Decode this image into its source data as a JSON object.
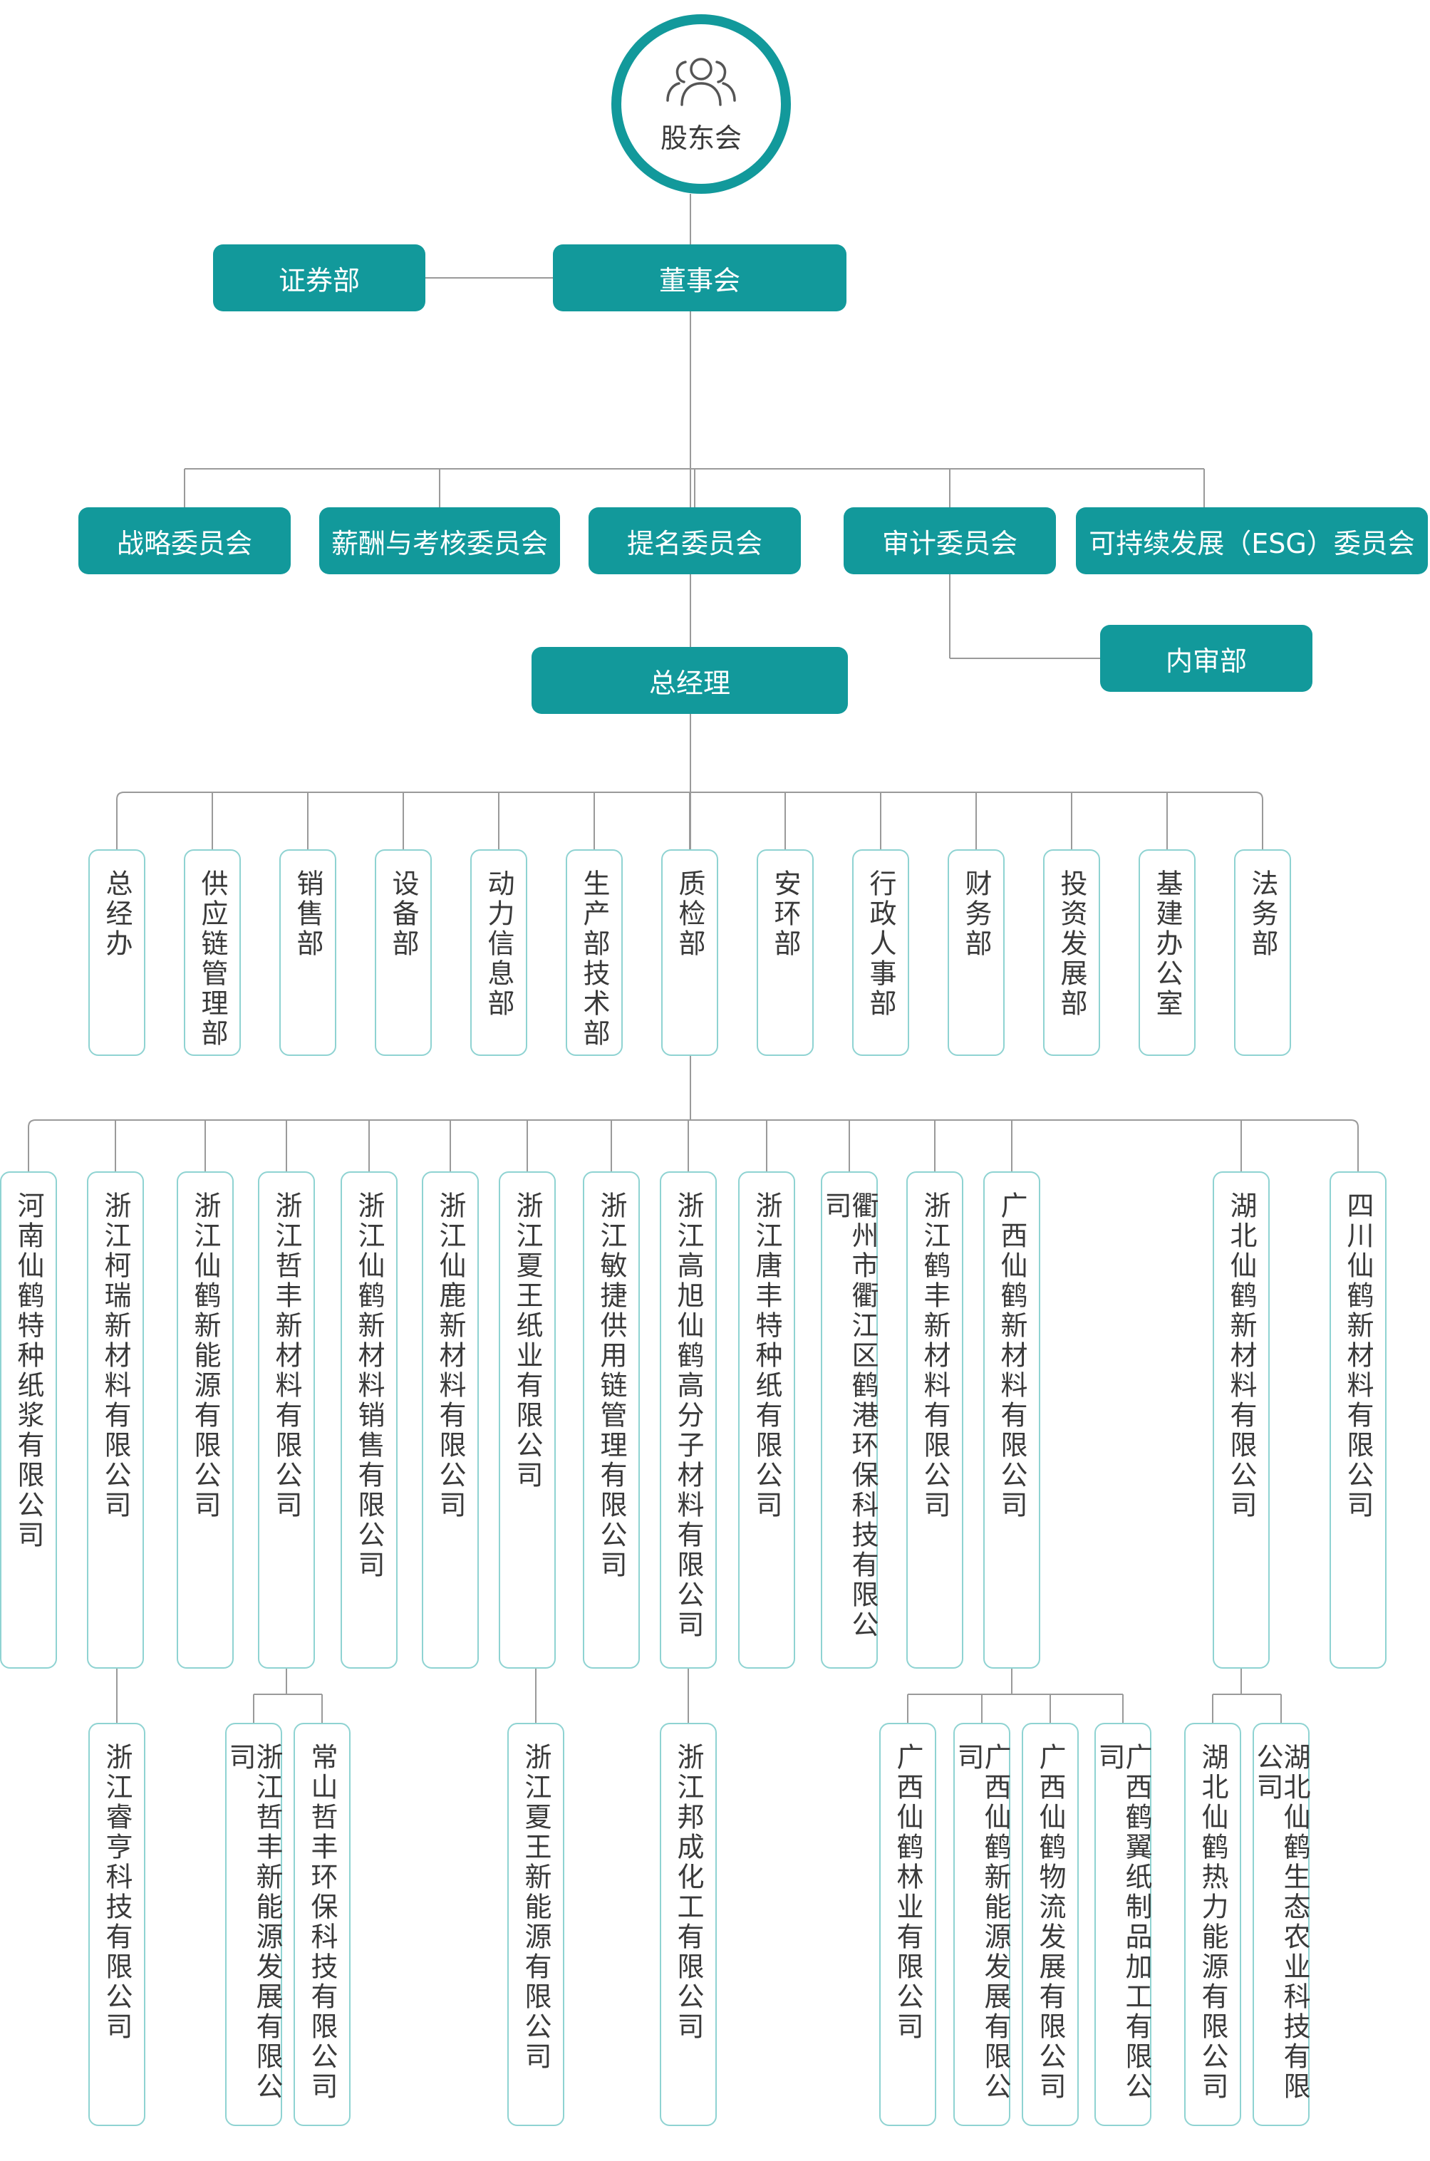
{
  "top": {
    "label": "股东会",
    "icon": "people-icon"
  },
  "board": "董事会",
  "securities": "证券部",
  "committees": [
    "战略委员会",
    "薪酬与考核委员会",
    "提名委员会",
    "审计委员会",
    "可持续发展（ESG）委员会"
  ],
  "internal_audit": "内审部",
  "gm": "总经理",
  "departments": [
    "总经办",
    "供应链管理部",
    "销售部",
    "设备部",
    "动力信息部",
    "生产部技术部",
    "质检部",
    "安环部",
    "行政人事部",
    "财务部",
    "投资发展部",
    "基建办公室",
    "法务部"
  ],
  "subsidiaries": [
    "河南仙鹤特种纸浆有限公司",
    "浙江柯瑞新材料有限公司",
    "浙江仙鹤新能源有限公司",
    "浙江哲丰新材料有限公司",
    "浙江仙鹤新材料销售有限公司",
    "浙江仙鹿新材料有限公司",
    "浙江夏王纸业有限公司",
    "浙江敏捷供用链管理有限公司",
    "浙江高旭仙鹤高分子材料有限公司",
    "浙江唐丰特种纸有限公司",
    "衢州市衢江区鹤港环保科技有限公司",
    "浙江鹤丰新材料有限公司",
    "广西仙鹤新材料有限公司",
    "湖北仙鹤新材料有限公司",
    "四川仙鹤新材料有限公司"
  ],
  "subsub": [
    "浙江睿亨科技有限公司",
    "浙江哲丰新能源发展有限公司",
    "常山哲丰环保科技有限公司",
    "浙江夏王新能源有限公司",
    "浙江邦成化工有限公司",
    "广西仙鹤林业有限公司",
    "广西仙鹤新能源发展有限公司",
    "广西仙鹤物流发展有限公司",
    "广西鹤翼纸制品加工有限公司",
    "湖北仙鹤热力能源有限公司",
    "湖北仙鹤生态农业科技有限公司"
  ]
}
